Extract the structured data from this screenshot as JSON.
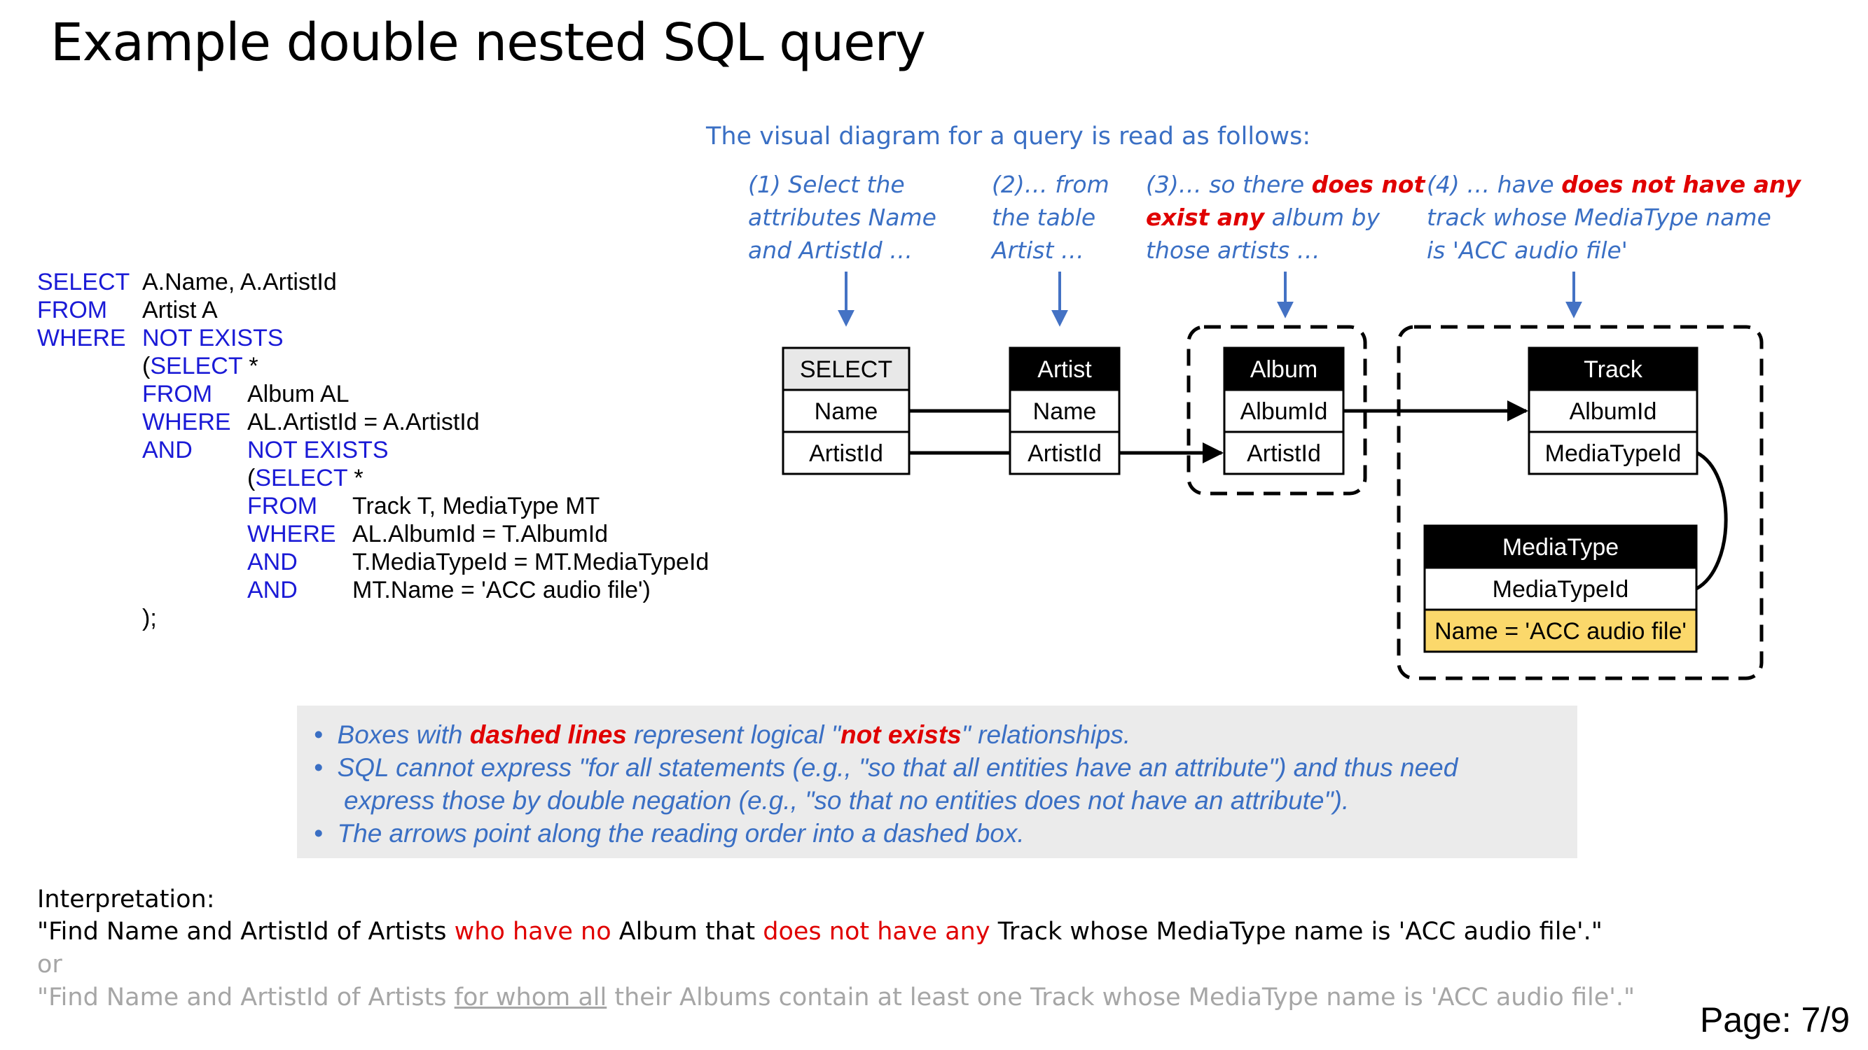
{
  "title": "Example double nested SQL query",
  "sql": {
    "lines": [
      {
        "kw1": "SELECT",
        "txt1": "A.Name, A.ArtistId"
      },
      {
        "kw1": "FROM",
        "txt1": "Artist A"
      },
      {
        "kw1": "WHERE",
        "kw2": "NOT EXISTS"
      },
      {
        "pre": "(",
        "kw2": "SELECT",
        "txt2": " *"
      },
      {
        "kw2": "FROM",
        "txt2": "Album AL"
      },
      {
        "kw2": "WHERE",
        "txt2": "AL.ArtistId = A.ArtistId"
      },
      {
        "kw2": "AND",
        "kw3": "NOT EXISTS"
      },
      {
        "pre": "(",
        "kw3": "SELECT",
        "txt3": " *"
      },
      {
        "kw3": "FROM",
        "txt3": "Track T, MediaType MT"
      },
      {
        "kw3": "WHERE",
        "txt3": "AL.AlbumId = T.AlbumId"
      },
      {
        "kw3": "AND",
        "txt3": "T.MediaTypeId = MT.MediaTypeId"
      },
      {
        "kw3": "AND",
        "txt3": "MT.Name = 'ACC audio file')"
      },
      {
        "txt2pre": ");"
      }
    ]
  },
  "diagram": {
    "caption": "The visual diagram for a query is read as follows:",
    "steps": [
      {
        "l1": "(1) Select the",
        "l2": "attributes Name",
        "l3": "and ArtistId …"
      },
      {
        "l1": "(2)… from",
        "l2": "the table",
        "l3": "Artist …"
      },
      {
        "l1a": "(3)… so there ",
        "l1b": "does not",
        "l2a": "exist any",
        "l2b": " album by",
        "l3": "those artists …"
      },
      {
        "l1a": "(4) … have ",
        "l1b": "does not have any",
        "l2": "track whose MediaType name",
        "l3": "is 'ACC audio file'"
      }
    ],
    "tables": {
      "select": {
        "header": "SELECT",
        "rows": [
          "Name",
          "ArtistId"
        ]
      },
      "artist": {
        "header": "Artist",
        "rows": [
          "Name",
          "ArtistId"
        ]
      },
      "album": {
        "header": "Album",
        "rows": [
          "AlbumId",
          "ArtistId"
        ]
      },
      "track": {
        "header": "Track",
        "rows": [
          "AlbumId",
          "MediaTypeId"
        ]
      },
      "mediatype": {
        "header": "MediaType",
        "rows": [
          "MediaTypeId",
          "Name = 'ACC audio file'"
        ]
      }
    },
    "colors": {
      "header_dark": "#000000",
      "header_light": "#e8e8e8",
      "highlight": "#fbd86b",
      "arrow_blue": "#4472c4"
    }
  },
  "notes": [
    {
      "a": "Boxes with ",
      "b": "dashed lines",
      "c": " represent logical \"",
      "d": "not exists",
      "e": "\" relationships."
    },
    {
      "a": "SQL cannot express \"for all statements (e.g., \"so that all entities have an attribute\") and thus need"
    },
    {
      "a": "express those by double negation (e.g., \"so that no entities does not have an attribute\")."
    },
    {
      "a": "The arrows point along the reading order into a dashed box."
    }
  ],
  "interpretation": {
    "label": "Interpretation:",
    "line1": {
      "a": "\"Find Name and ArtistId of Artists ",
      "b": "who have no",
      "c": " Album that ",
      "d": "does not have any",
      "e": " Track whose MediaType name is 'ACC audio file'.\""
    },
    "or": "or",
    "line2": {
      "a": "\"Find Name and ArtistId of Artists ",
      "b": "for whom all",
      "c": " their Albums contain at least one Track whose MediaType name is 'ACC audio file'.\""
    }
  },
  "page": "Page: 7/9"
}
